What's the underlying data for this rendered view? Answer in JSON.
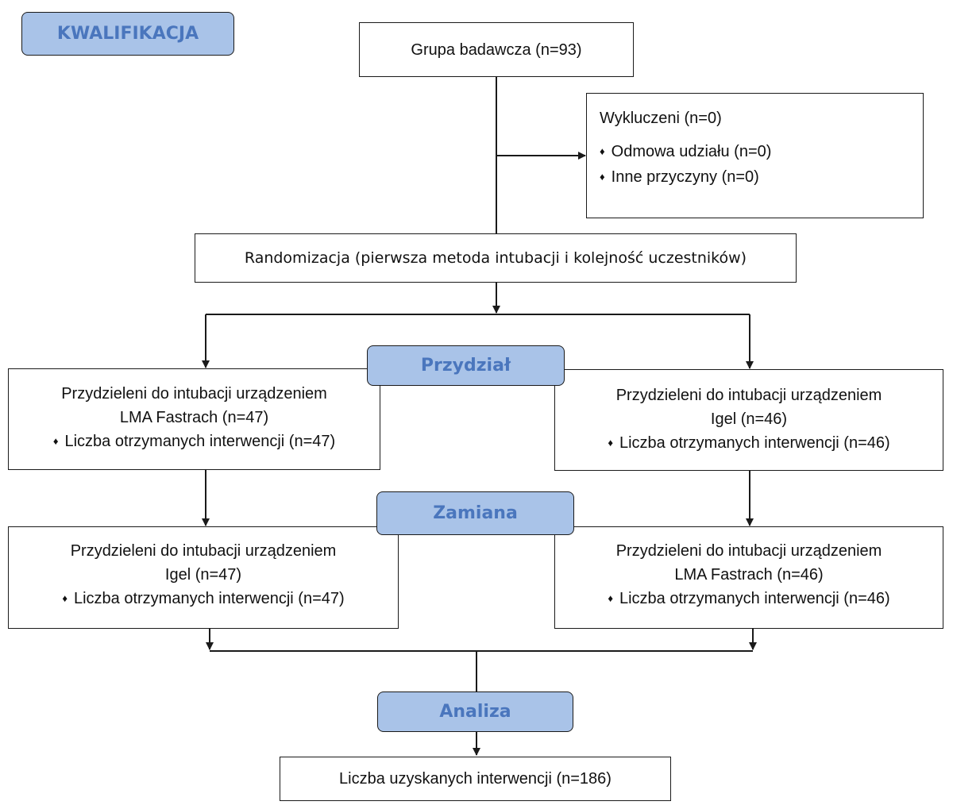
{
  "stages": {
    "qualification": "KWALIFIKACJA",
    "allocation": "Przydział",
    "crossover": "Zamiana",
    "analysis": "Analiza"
  },
  "study_group": "Grupa badawcza (n=93)",
  "excluded": {
    "title": "Wykluczeni (n=0)",
    "items": [
      "Odmowa udziału (n=0)",
      "Inne przyczyny (n=0)"
    ]
  },
  "randomization": "Randomizacja (pierwsza metoda intubacji i kolejność uczestników)",
  "arms": [
    {
      "allocation": {
        "line1": "Przydzieleni do intubacji urządzeniem",
        "line2": "LMA Fastrach (n=47)",
        "bullet": "Liczba otrzymanych interwencji (n=47)"
      },
      "crossover": {
        "line1": "Przydzieleni do intubacji urządzeniem",
        "line2": "Igel (n=47)",
        "bullet": "Liczba otrzymanych interwencji (n=47)"
      }
    },
    {
      "allocation": {
        "line1": "Przydzieleni do intubacji urządzeniem",
        "line2": "Igel (n=46)",
        "bullet": "Liczba otrzymanych interwencji (n=46)"
      },
      "crossover": {
        "line1": "Przydzieleni do intubacji urządzeniem",
        "line2": "LMA Fastrach (n=46)",
        "bullet": "Liczba otrzymanych interwencji (n=46)"
      }
    }
  ],
  "result": "Liczba uzyskanych interwencji (n=186)",
  "colors": {
    "stage_fill": "#a9c3e8",
    "stage_text": "#4a76bd",
    "line": "#1a1a1a"
  }
}
